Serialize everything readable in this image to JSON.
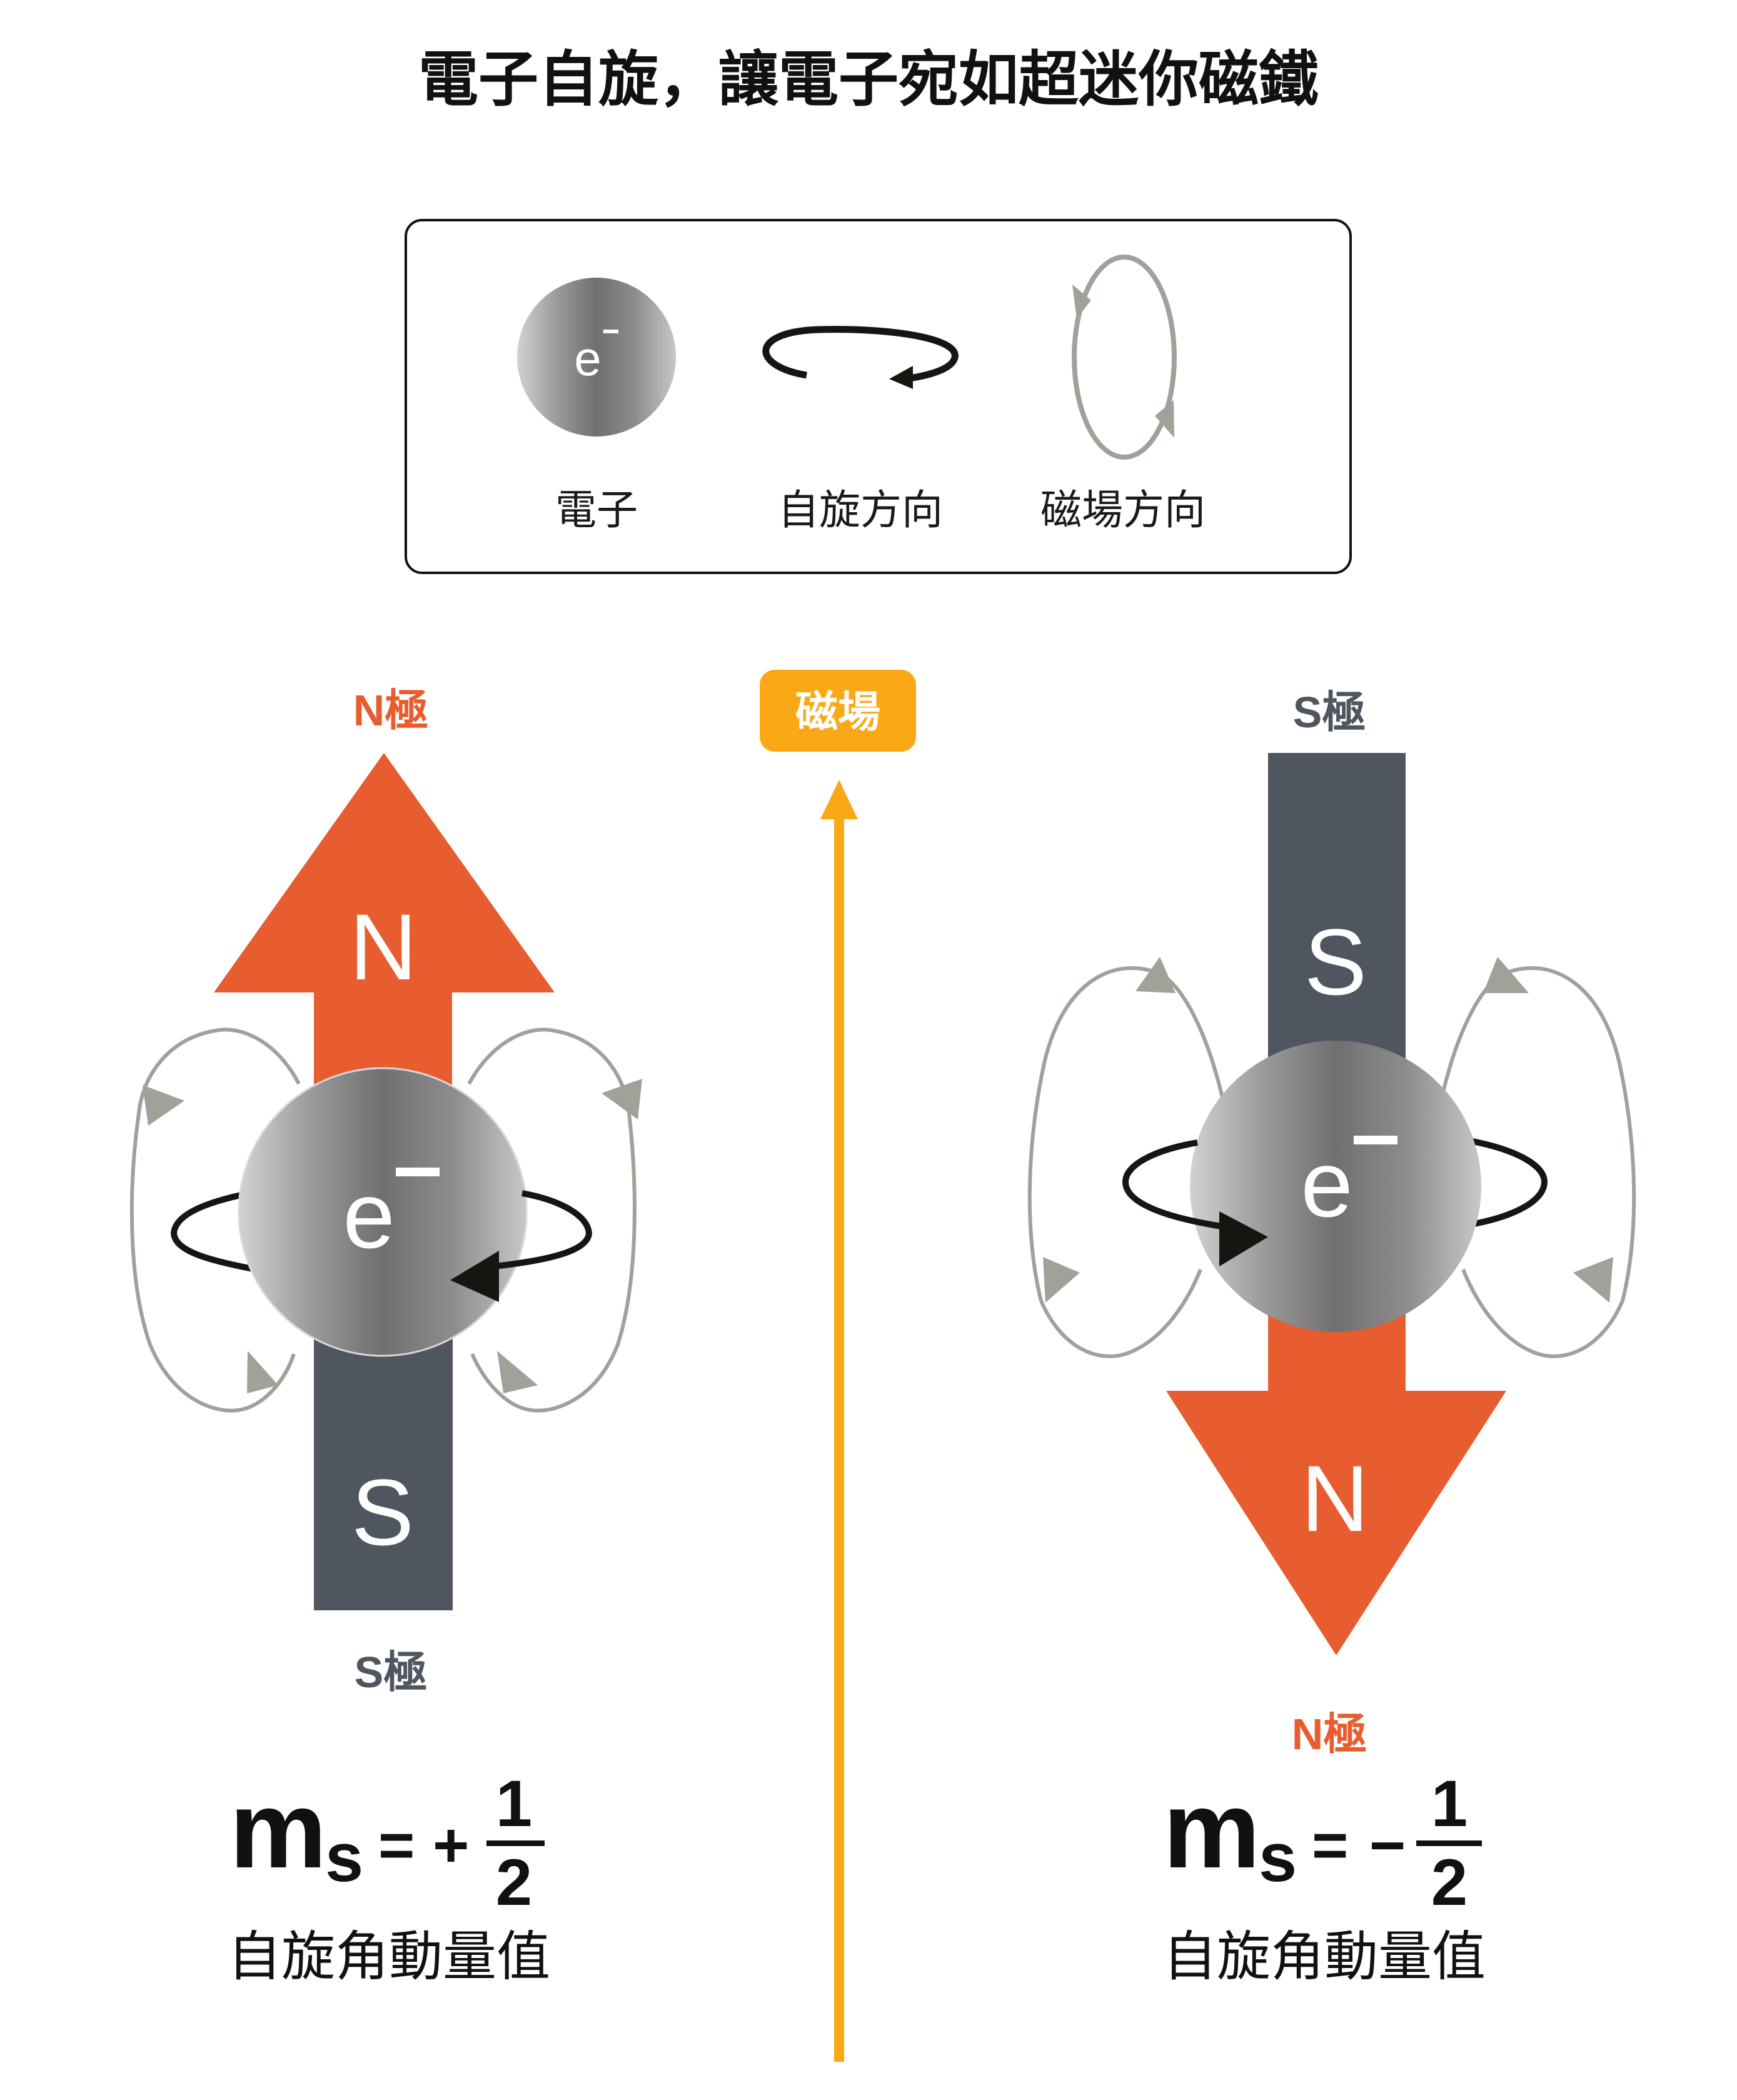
{
  "title": "電子自旋，讓電子宛如超迷你磁鐵",
  "colors": {
    "north": "#E85D2F",
    "south": "#50565F",
    "field_line": "#A0A199",
    "field_arrow": "#FBA817",
    "spin_arrow": "#151511",
    "electron_dark": "#6E6E6E",
    "electron_light": "#C9C9C9",
    "text": "#111111"
  },
  "legend": {
    "items": [
      {
        "icon": "electron-sphere-icon",
        "symbol": "e",
        "charge": "−",
        "label": "電子"
      },
      {
        "icon": "spin-direction-arrow-icon",
        "label": "自旋方向"
      },
      {
        "icon": "magnetic-field-loop-icon",
        "label": "磁場方向"
      }
    ]
  },
  "field": {
    "badge_label": "磁場",
    "direction": "up"
  },
  "panels": [
    {
      "id": "spin-up",
      "top_pole_label": "N極",
      "bottom_pole_label": "S極",
      "top_bar_letter": "N",
      "bottom_bar_letter": "S",
      "arrow_points": "up",
      "electron_symbol": "e",
      "electron_charge": "−",
      "formula": {
        "var": "m",
        "sub": "s",
        "eq": "=",
        "sign": "+",
        "numerator": "1",
        "denominator": "2"
      },
      "caption": "自旋角動量值"
    },
    {
      "id": "spin-down",
      "top_pole_label": "S極",
      "bottom_pole_label": "N極",
      "top_bar_letter": "S",
      "bottom_bar_letter": "N",
      "arrow_points": "down",
      "electron_symbol": "e",
      "electron_charge": "−",
      "formula": {
        "var": "m",
        "sub": "s",
        "eq": "=",
        "sign": "−",
        "numerator": "1",
        "denominator": "2"
      },
      "caption": "自旋角動量值"
    }
  ]
}
